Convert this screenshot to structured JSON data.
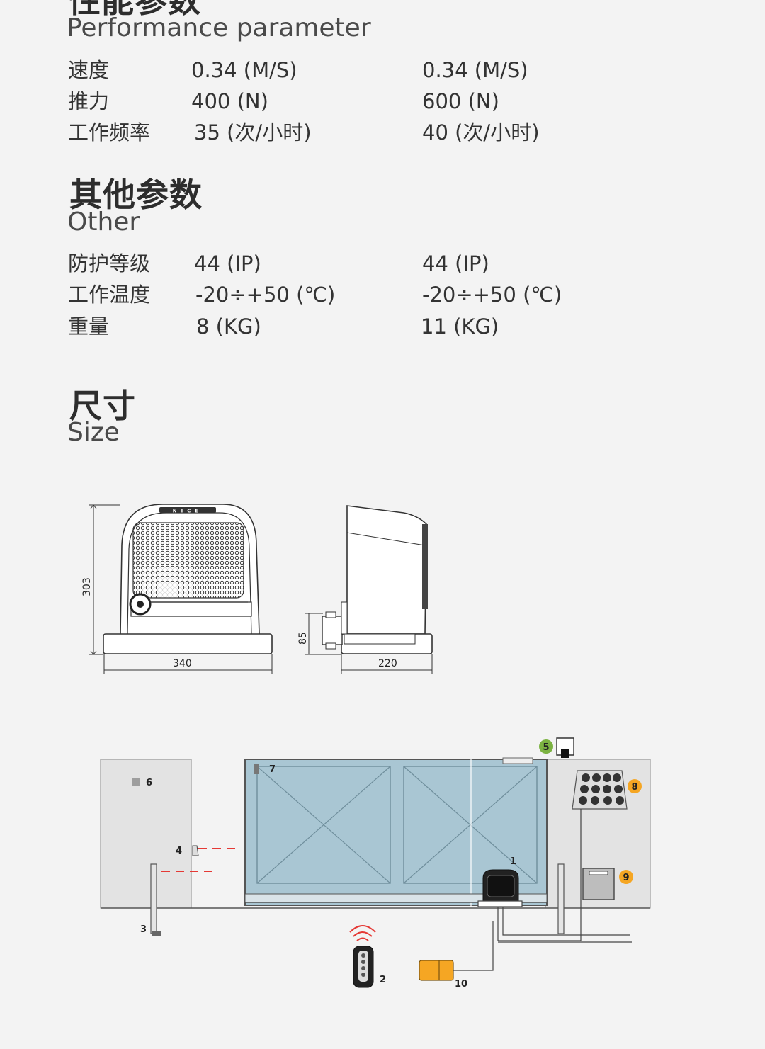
{
  "performance": {
    "title_cn": "性能参数",
    "title_en": "Performance parameter",
    "rows": [
      {
        "label": "速度",
        "v1": "0.34 (M/S)",
        "v2": "0.34 (M/S)"
      },
      {
        "label": "推力",
        "v1": "400 (N)",
        "v2": "600 (N)"
      },
      {
        "label": "工作频率",
        "v1": "35  (次/小时)",
        "v2": "40 (次/小时)"
      }
    ]
  },
  "other": {
    "title_cn": "其他参数",
    "title_en": "Other",
    "rows": [
      {
        "label": "防护等级",
        "v1": "44 (IP)",
        "v2": "44 (IP)"
      },
      {
        "label": "工作温度",
        "v1": "-20÷+50 (℃)",
        "v2": "-20÷+50 (℃)"
      },
      {
        "label": "重量",
        "v1": "8 (KG)",
        "v2": "11 (KG)"
      }
    ]
  },
  "size": {
    "title_cn": "尺寸",
    "title_en": "Size",
    "dim_height": "303",
    "dim_width": "340",
    "dim_base": "85",
    "dim_depth": "220",
    "brand": "NICE"
  },
  "install": {
    "labels": [
      "1",
      "2",
      "3",
      "4",
      "5",
      "6",
      "7",
      "8",
      "9",
      "10"
    ],
    "accent_green": "#7cb342",
    "accent_orange": "#f5a623",
    "gate_color": "#a9c6d3",
    "beam_red": "#e53935"
  }
}
